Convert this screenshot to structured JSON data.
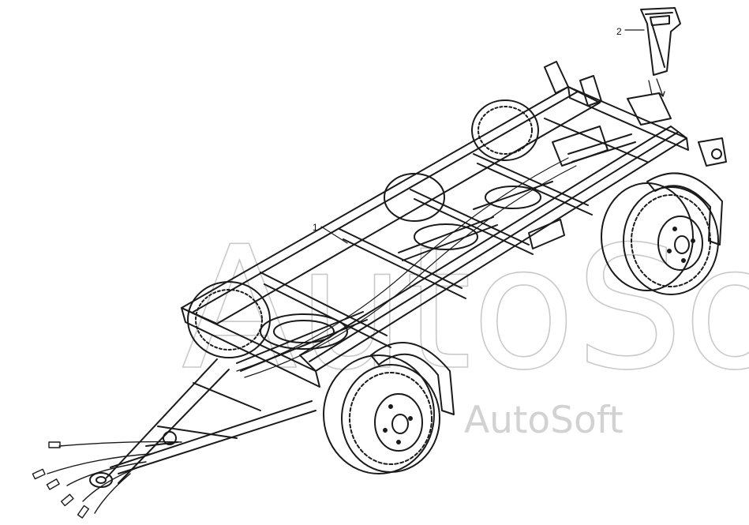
{
  "diagram": {
    "callouts": [
      {
        "id": "frame",
        "label": "1"
      },
      {
        "id": "mudguard-bracket",
        "label": "2"
      }
    ]
  },
  "watermarks": {
    "large": "AutoSoft",
    "small": "AutoSoft"
  },
  "colors": {
    "line": "#1a1a1a",
    "watermark": "#c9c9c9",
    "background": "#ffffff"
  }
}
